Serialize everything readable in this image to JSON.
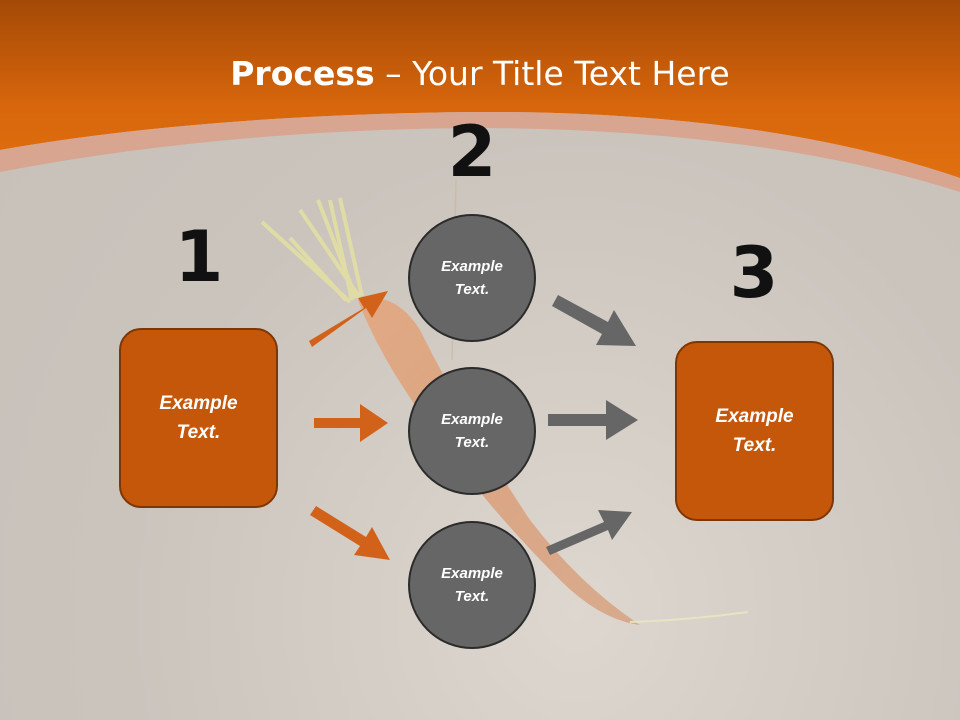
{
  "title": {
    "bold": "Process",
    "rest": " – Your Title Text Here"
  },
  "steps": [
    {
      "number": "1"
    },
    {
      "number": "2"
    },
    {
      "number": "3"
    }
  ],
  "left_box": {
    "text": "Example\nText."
  },
  "right_box": {
    "text": "Example\nText."
  },
  "circles": [
    {
      "text": "Example\nText."
    },
    {
      "text": "Example\nText."
    },
    {
      "text": "Example\nText."
    }
  ],
  "colors": {
    "accent_orange": "#c5570a",
    "arrow_orange": "#d2621a",
    "arrow_gray": "#666666",
    "circle_fill": "#666666",
    "header_orange": "#dc6a10"
  }
}
